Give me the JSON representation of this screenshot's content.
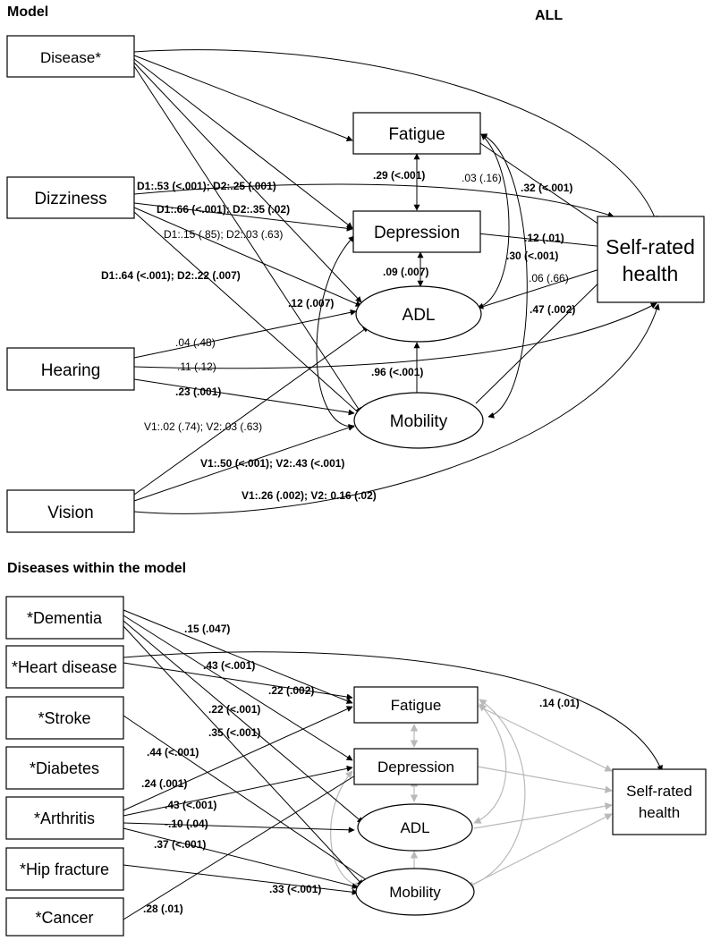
{
  "headings": {
    "model": "Model",
    "all": "ALL",
    "diseases_within": "Diseases within the model"
  },
  "top_nodes": {
    "disease": "Disease*",
    "dizziness": "Dizziness",
    "hearing": "Hearing",
    "vision": "Vision",
    "fatigue": "Fatigue",
    "depression": "Depression",
    "adl": "ADL",
    "mobility": "Mobility",
    "srh_line1": "Self-rated",
    "srh_line2": "health"
  },
  "top_labels": {
    "d_dizz_srh": "D1:.53 (<.001); D2:.25 (.001)",
    "d_dizz_dep": "D1:.66 (<.001); D2:.35 (.02)",
    "d_dizz_adl": "D1:.15 (.85); D2:.03 (.63)",
    "d_dizz_mob": "D1:.64 (<.001); D2:.22 (.007)",
    "fat_dep": ".29 (<.001)",
    "fat_mob": ".03 (.16)",
    "fat_srh": ".32 (<.001)",
    "dep_srh": ".12 (.01)",
    "dep_adl": ".09 (.007)",
    "fat_adl": ".30 (<.001)",
    "adl_srh": ".06 (.66)",
    "dep_mob": ".12 (.007)",
    "mob_srh": ".47 (.002)",
    "hear_adl": ".04 (.48)",
    "hear_srh": ".11 (.12)",
    "hear_mob": ".23 (.001)",
    "mob_adl": ".96 (<.001)",
    "vis_adl": "V1:.02 (.74); V2:.03 (.63)",
    "vis_mob": "V1:.50 (<.001); V2:.43 (<.001)",
    "vis_srh": "V1:.26 (.002); V2: 0.16 (.02)"
  },
  "bottom_nodes": {
    "dementia": "*Dementia",
    "heart": "*Heart disease",
    "stroke": "*Stroke",
    "diabetes": "*Diabetes",
    "arthritis": "*Arthritis",
    "hip": "*Hip fracture",
    "cancer": "*Cancer",
    "fatigue": "Fatigue",
    "depression": "Depression",
    "adl": "ADL",
    "mobility": "Mobility",
    "srh_line1": "Self-rated",
    "srh_line2": "health"
  },
  "bottom_labels": {
    "dem_fat": ".15 (.047)",
    "dem_dep": ".43 (<.001)",
    "heart_fat": ".22 (.002)",
    "heart_srh": ".14 (.01)",
    "dem_adl": ".22 (<.001)",
    "dem_mob": ".35 (<.001)",
    "stroke_mob": ".44 (<.001)",
    "arth_fat": ".24 (.001)",
    "arth_dep": ".43 (<.001)",
    "arth_adl": "-.10 (.04)",
    "arth_mob": ".37 (<.001)",
    "hip_mob": ".33 (<.001)",
    "cancer_dep": ".28 (.01)"
  }
}
